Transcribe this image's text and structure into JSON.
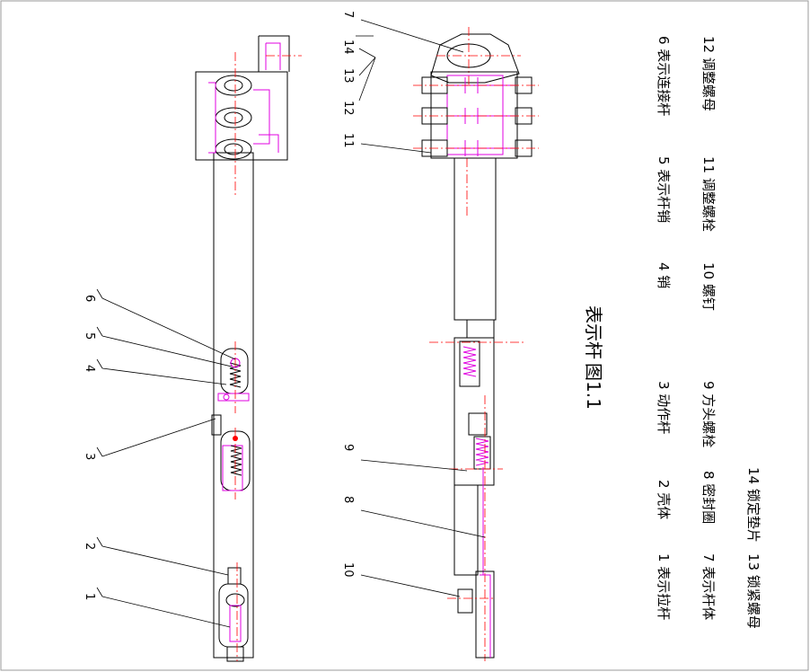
{
  "figure": {
    "caption_prefix": "图1.1",
    "caption_title": "表示杆"
  },
  "left_labels": [
    "6",
    "5",
    "4",
    "3",
    "2",
    "1"
  ],
  "right_labels_top": [
    "7",
    "14",
    "13",
    "12",
    "11"
  ],
  "right_labels_bottom": [
    "9",
    "8",
    "10"
  ],
  "legend": [
    [
      "1 表示拉杆",
      "2 壳体",
      "3 动作杆",
      "4 销",
      "5 表示杆销"
    ],
    [
      "6 表示连接杆",
      "7 表示杆体",
      "8 密封圈",
      "9 方头螺栓",
      "10 螺钉"
    ],
    [
      "11 调整螺栓",
      "12 调整螺母",
      "13 锁紧螺母",
      "14 锁定垫片"
    ]
  ],
  "colors": {
    "outline": "#000000",
    "hidden_parts": "#e000e0",
    "center_lines": "#ff0000"
  }
}
